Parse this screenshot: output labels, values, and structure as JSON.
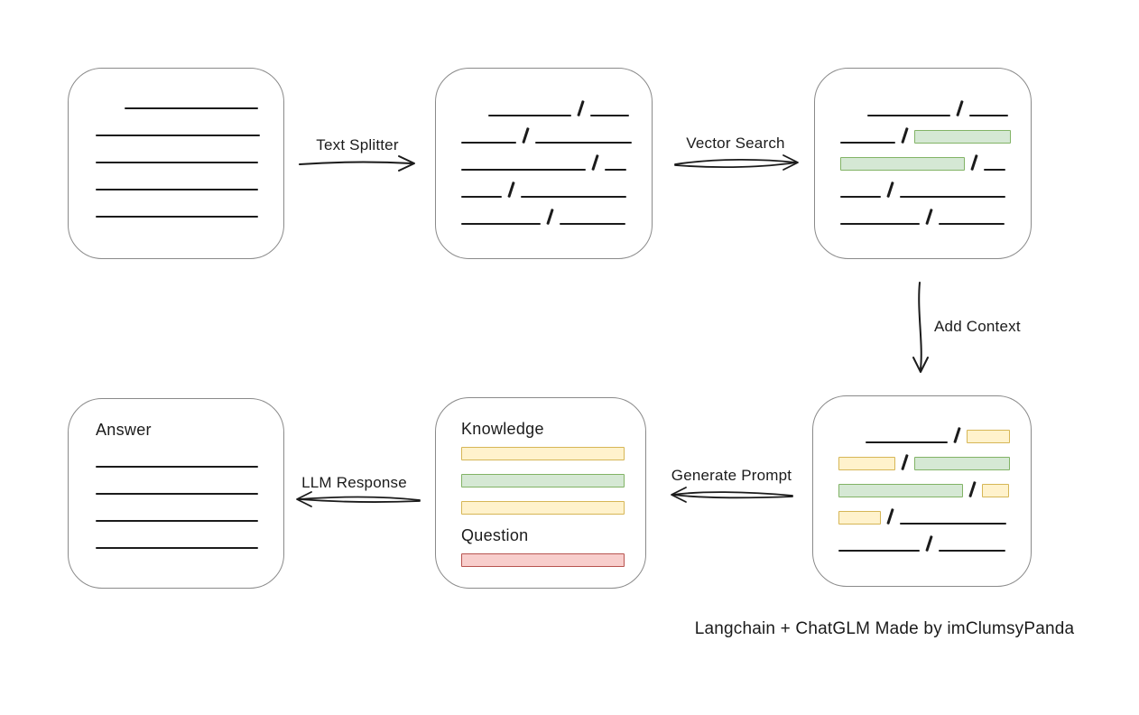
{
  "caption": "Langchain + ChatGLM Made by imClumsyPanda",
  "palette": {
    "background": "#ffffff",
    "ink": "#1b1b1b",
    "box_border": "#8a8a8a",
    "green_fill": "#d5e8d4",
    "green_border": "#82b366",
    "yellow_fill": "#fff2cc",
    "yellow_border": "#d6b656",
    "red_fill": "#f8cecc",
    "red_border": "#b85450"
  },
  "arrows": {
    "text_splitter": {
      "label": "Text Splitter",
      "direction": "right"
    },
    "vector_search": {
      "label": "Vector Search",
      "direction": "right"
    },
    "add_context": {
      "label": "Add Context",
      "direction": "down"
    },
    "generate_prompt": {
      "label": "Generate Prompt",
      "direction": "left"
    },
    "llm_response": {
      "label": "LLM Response",
      "direction": "left"
    }
  },
  "nodes": {
    "document": {
      "rows": [
        [
          {
            "t": "line",
            "w": 148,
            "indent": 32
          }
        ],
        [
          {
            "t": "line",
            "w": 182
          }
        ],
        [
          {
            "t": "line",
            "w": 180
          }
        ],
        [
          {
            "t": "line",
            "w": 180
          }
        ],
        [
          {
            "t": "line",
            "w": 180
          }
        ]
      ]
    },
    "split_chunks": {
      "rows": [
        [
          {
            "t": "line",
            "w": 92,
            "indent": 30
          },
          {
            "t": "line",
            "w": 43
          }
        ],
        [
          {
            "t": "line",
            "w": 61
          },
          {
            "t": "line",
            "w": 107
          }
        ],
        [
          {
            "t": "line",
            "w": 138
          },
          {
            "t": "line",
            "w": 24
          }
        ],
        [
          {
            "t": "line",
            "w": 45
          },
          {
            "t": "line",
            "w": 117
          }
        ],
        [
          {
            "t": "line",
            "w": 88
          },
          {
            "t": "line",
            "w": 73
          }
        ]
      ]
    },
    "matched_chunks": {
      "rows": [
        [
          {
            "t": "line",
            "w": 92,
            "indent": 30
          },
          {
            "t": "line",
            "w": 43
          }
        ],
        [
          {
            "t": "line",
            "w": 61
          },
          {
            "t": "chunk",
            "c": "green",
            "w": 107
          }
        ],
        [
          {
            "t": "chunk",
            "c": "green",
            "w": 138
          },
          {
            "t": "line",
            "w": 24
          }
        ],
        [
          {
            "t": "line",
            "w": 45
          },
          {
            "t": "line",
            "w": 117
          }
        ],
        [
          {
            "t": "line",
            "w": 88
          },
          {
            "t": "line",
            "w": 73
          }
        ]
      ]
    },
    "context_chunks": {
      "rows": [
        [
          {
            "t": "line",
            "w": 91,
            "indent": 30
          },
          {
            "t": "chunk",
            "c": "yellow",
            "w": 48
          }
        ],
        [
          {
            "t": "chunk",
            "c": "yellow",
            "w": 63
          },
          {
            "t": "chunk",
            "c": "green",
            "w": 106
          }
        ],
        [
          {
            "t": "chunk",
            "c": "green",
            "w": 138
          },
          {
            "t": "chunk",
            "c": "yellow",
            "w": 30
          }
        ],
        [
          {
            "t": "chunk",
            "c": "yellow",
            "w": 47
          },
          {
            "t": "line",
            "w": 118
          }
        ],
        [
          {
            "t": "line",
            "w": 90
          },
          {
            "t": "line",
            "w": 74
          }
        ]
      ]
    },
    "prompt": {
      "knowledge_label": "Knowledge",
      "question_label": "Question",
      "knowledge_bars": [
        "yellow",
        "green",
        "yellow"
      ],
      "question_bars": [
        "red"
      ]
    },
    "answer": {
      "label": "Answer",
      "rows": [
        [
          {
            "t": "line",
            "w": 180
          }
        ],
        [
          {
            "t": "line",
            "w": 180
          }
        ],
        [
          {
            "t": "line",
            "w": 180
          }
        ],
        [
          {
            "t": "line",
            "w": 180
          }
        ]
      ]
    }
  }
}
